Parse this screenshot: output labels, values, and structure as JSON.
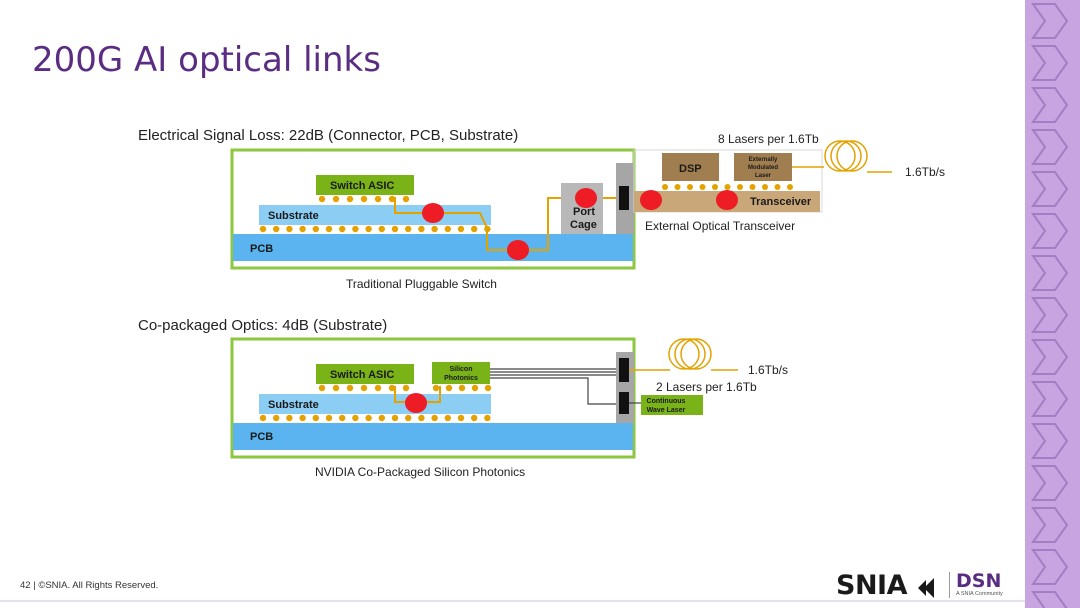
{
  "slide": {
    "title": "200G AI optical links",
    "footer": "42 | ©SNIA. All Rights Reserved.",
    "logo_primary": "SNIA",
    "logo_secondary": "DSN",
    "logo_tagline": "A SNIA Community"
  },
  "diagram_top": {
    "heading": "Electrical Signal Loss: 22dB (Connector, PCB, Substrate)",
    "caption": "Traditional Pluggable Switch",
    "asic": "Switch ASIC",
    "substrate": "Substrate",
    "pcb": "PCB",
    "port_cage": [
      "Port",
      "Cage"
    ],
    "dsp": "DSP",
    "eml": [
      "Externally",
      "Modulated",
      "Laser"
    ],
    "transceiver": "Transceiver",
    "transceiver_caption": "External Optical Transceiver",
    "lasers_label": "8 Lasers per 1.6Tb",
    "rate_label": "1.6Tb/s"
  },
  "diagram_bottom": {
    "heading": "Co-packaged Optics: 4dB (Substrate)",
    "caption": "NVIDIA Co-Packaged Silicon Photonics",
    "asic": "Switch ASIC",
    "silicon_photonics": [
      "Silicon",
      "Photonics"
    ],
    "substrate": "Substrate",
    "pcb": "PCB",
    "cw_laser": [
      "Continuous",
      "Wave Laser"
    ],
    "lasers_label": "2 Lasers per 1.6Tb",
    "rate_label": "1.6Tb/s"
  },
  "colors": {
    "title": "#5a2d82",
    "accent_band": "#c8a4e0",
    "nvidia_green": "#8dc63f",
    "asic_green": "#7ab317",
    "substrate_blue": "#8ccdf4",
    "pcb_blue": "#5bb4ef",
    "signal_red": "#ee1c25",
    "solder_gold": "#e3a200",
    "dsp_brown": "#a07e50",
    "transceiver_tan": "#c9a778",
    "cage_gray": "#b8b8b8"
  }
}
